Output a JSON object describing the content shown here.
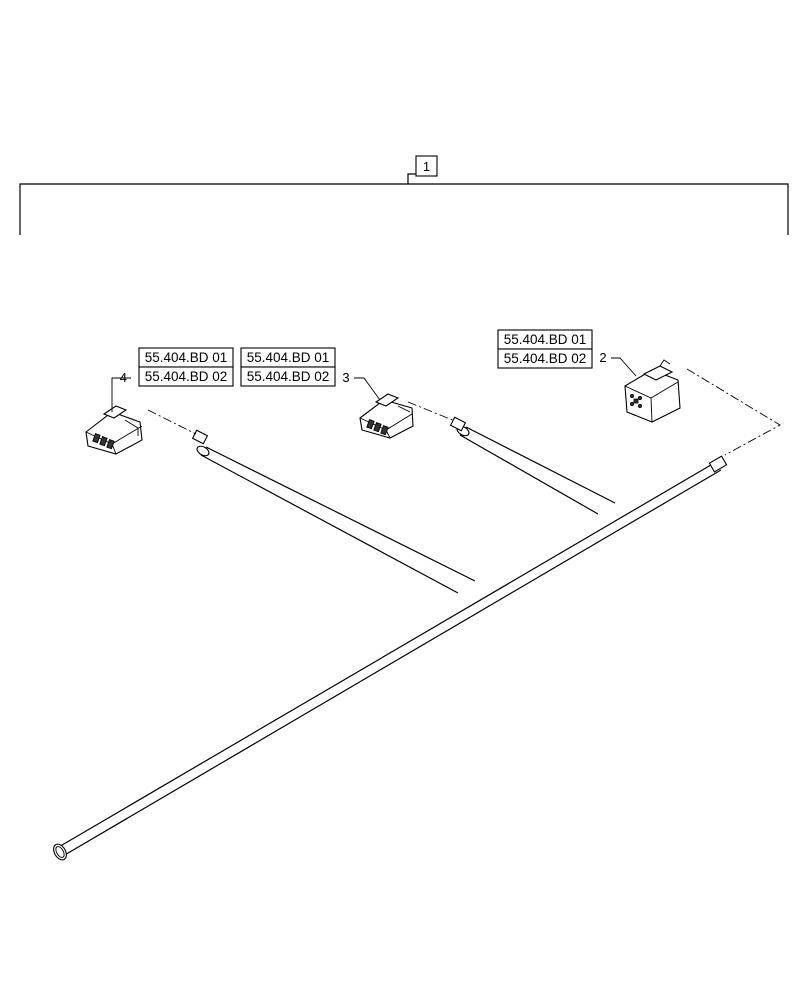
{
  "assembly": {
    "item_number": "1"
  },
  "callouts": [
    {
      "id": "4",
      "label": "4",
      "refs": [
        "55.404.BD 01",
        "55.404.BD 02"
      ]
    },
    {
      "id": "3",
      "label": "3",
      "refs": [
        "55.404.BD 01",
        "55.404.BD 02"
      ]
    },
    {
      "id": "2",
      "label": "2",
      "refs": [
        "55.404.BD 01",
        "55.404.BD 02"
      ]
    }
  ],
  "colors": {
    "line": "#000000",
    "background": "#ffffff"
  }
}
